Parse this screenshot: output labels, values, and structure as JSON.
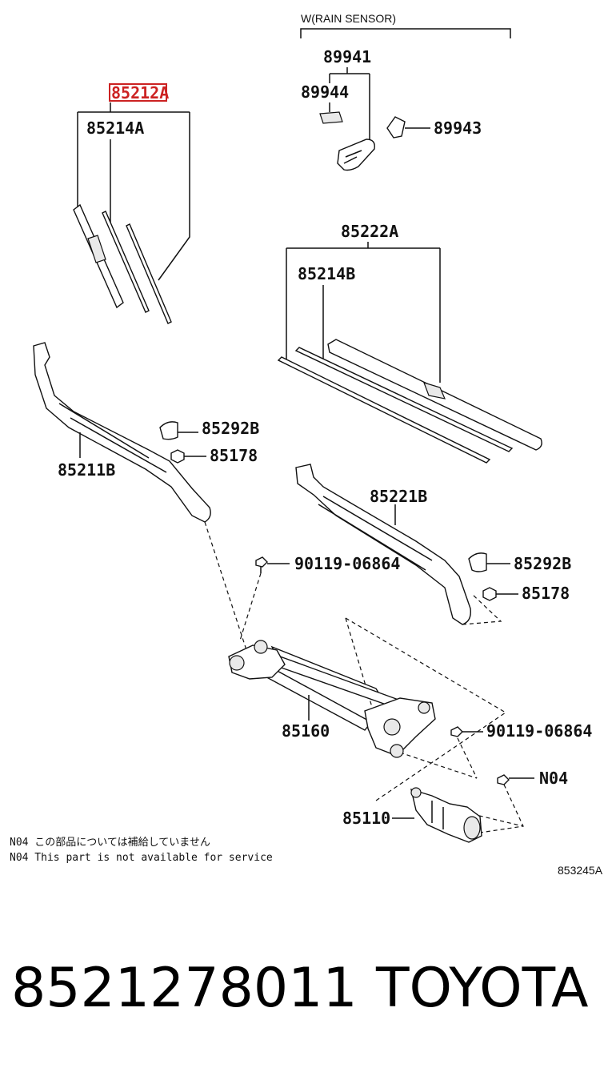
{
  "diagram": {
    "rain_sensor_header": "W(RAIN SENSOR)",
    "part_numbers": {
      "p89941": "89941",
      "p89944": "89944",
      "p89943": "89943",
      "p85212A": "85212A",
      "p85214A": "85214A",
      "p85222A": "85222A",
      "p85214B": "85214B",
      "p85292B_left": "85292B",
      "p85178_left": "85178",
      "p85211B": "85211B",
      "p85221B": "85221B",
      "p90119_top": "90119-06864",
      "p85292B_right": "85292B",
      "p85178_right": "85178",
      "p85160": "85160",
      "p90119_right": "90119-06864",
      "pN04": "N04",
      "p85110": "85110"
    },
    "highlighted_part": "85212A",
    "highlight_color": "#cc2222",
    "notes": {
      "line1": "N04 この部品については補給していません",
      "line2": "N04 This part is not available for service"
    },
    "reference_code": "853245A"
  },
  "footer": {
    "part_number": "8521278011",
    "brand": "TOYOTA"
  }
}
